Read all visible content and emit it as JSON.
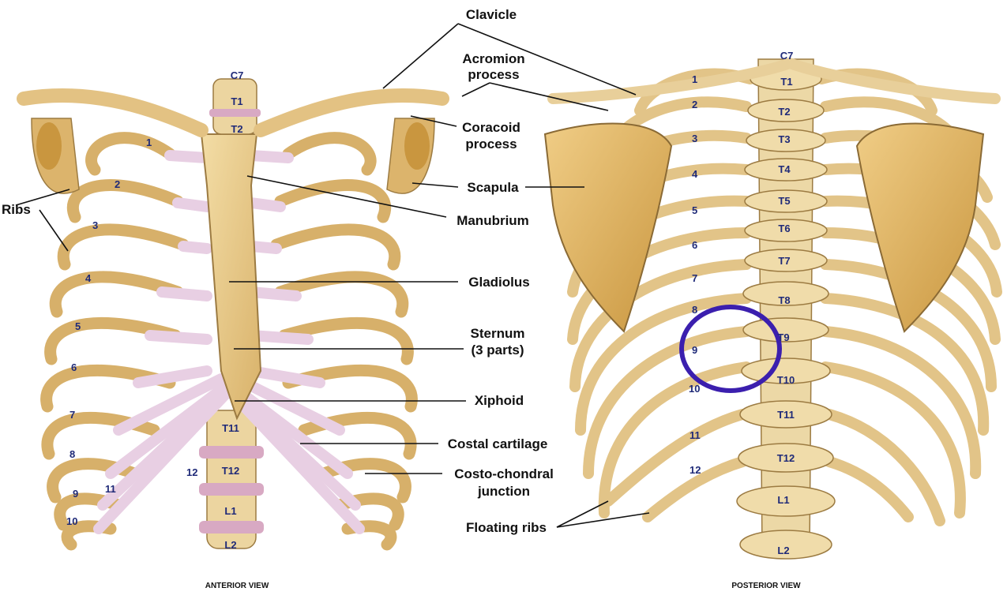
{
  "labels": {
    "clavicle": "Clavicle",
    "acromion_1": "Acromion",
    "acromion_2": "process",
    "coracoid_1": "Coracoid",
    "coracoid_2": "process",
    "scapula": "Scapula",
    "ribs": "Ribs",
    "manubrium": "Manubrium",
    "gladiolus": "Gladiolus",
    "sternum_1": "Sternum",
    "sternum_2": "(3 parts)",
    "xiphoid": "Xiphoid",
    "costal_cartilage": "Costal cartilage",
    "costo_1": "Costo-chondral",
    "costo_2": "junction",
    "floating_ribs": "Floating ribs"
  },
  "anterior": {
    "caption": "ANTERIOR VIEW",
    "vertebrae": [
      "C7",
      "T1",
      "T2",
      "T11",
      "T12",
      "L1",
      "L2"
    ],
    "rib_numbers": [
      "1",
      "2",
      "3",
      "4",
      "5",
      "6",
      "7",
      "8",
      "9",
      "10",
      "11",
      "12"
    ]
  },
  "posterior": {
    "caption": "POSTERIOR VIEW",
    "vertebrae": [
      "C7",
      "T1",
      "T2",
      "T3",
      "T4",
      "T5",
      "T6",
      "T7",
      "T8",
      "T9",
      "T10",
      "T11",
      "T12",
      "L1",
      "L2"
    ],
    "rib_numbers": [
      "1",
      "2",
      "3",
      "4",
      "5",
      "6",
      "7",
      "8",
      "9",
      "10",
      "11",
      "12"
    ]
  },
  "colors": {
    "bone": "#e9c98a",
    "bone_shade": "#c9a45c",
    "cartilage": "#e8cfe3",
    "outline": "#8a6a35",
    "highlight_circle": "#3b1fae"
  }
}
